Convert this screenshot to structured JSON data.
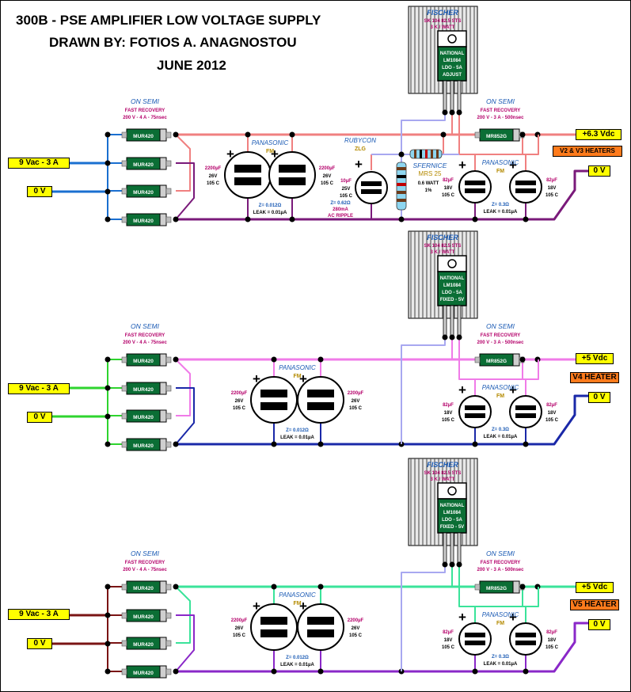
{
  "title": {
    "line1": "300B - PSE AMPLIFIER LOW VOLTAGE SUPPLY",
    "line2": "DRAWN BY:  FOTIOS A. ANAGNOSTOU",
    "line3": "JUNE 2012"
  },
  "colors": {
    "wire_ac_1": "#1a6fd0",
    "wire_ac_2": "#2ed42e",
    "wire_ac_3": "#7a1414",
    "wire_pos_1": "#f08080",
    "wire_pos_2": "#f07be8",
    "wire_pos_3": "#3ae39a",
    "wire_neg_1": "#7a1a7a",
    "wire_neg_2": "#1a28a8",
    "wire_neg_3": "#8a28c8",
    "wire_adj": "#a8a8f0",
    "diode_body": "#0b6e35",
    "regulator_body": "#0b6e35",
    "heatsink": "#e8e8e8",
    "label_yellow": "#ffff00",
    "label_orange": "#ff7b1c"
  },
  "common": {
    "on_semi": "ON SEMI",
    "fast_recovery": "FAST RECOVERY",
    "diode_spec": "200 V - 4 A - 75nsec",
    "diode_part": "MUR420",
    "schottky_spec": "200 V - 3 A - 500nsec",
    "schottky_part": "MR852G",
    "panasonic": "PANASONIC",
    "fm": "FM",
    "big_cap_value": "2200µF",
    "big_cap_voltage": "26V",
    "big_cap_temp": "105 C",
    "big_cap_esr": "Z= 0.012Ω",
    "leak": "LEAK = 0.01µA",
    "small_cap_value": "82µF",
    "small_cap_voltage": "18V",
    "small_cap_temp": "105 C",
    "small_cap_esr": "Z= 0.3Ω",
    "fischer": "FISCHER",
    "heatsink_part": "SK 104 82.5 STS",
    "heatsink_rating": "3 K / WATT",
    "national": "NATIONAL",
    "ldo": "LDO - 5A",
    "input_ac": "9 Vac - 3 A",
    "zero_v": "0 V",
    "plus": "+"
  },
  "stages": [
    {
      "reg_part": "LM1084",
      "reg_type": "ADJUST",
      "output": "+6.3 Vdc",
      "heater": "V2  & V3 HEATERS",
      "rubycon": "RUBYCON",
      "zlg": "ZLG",
      "rubycon_value": "10µF",
      "rubycon_voltage": "25V",
      "rubycon_temp": "105 C",
      "rubycon_esr": "Z= 0.62Ω",
      "rubycon_ripple": "280mA",
      "rubycon_ac": "AC RIPPLE",
      "resistor_brand": "SFERNICE",
      "resistor_type": "MRS 25",
      "resistor_watt": "0.6 WATT",
      "resistor_tol": "1%"
    },
    {
      "reg_part": "LM1084",
      "reg_type": "FIXED - 5V",
      "output": "+5 Vdc",
      "heater": "V4 HEATER"
    },
    {
      "reg_part": "LM1084",
      "reg_type": "FIXED - 5V",
      "output": "+5 Vdc",
      "heater": "V5 HEATER"
    }
  ]
}
